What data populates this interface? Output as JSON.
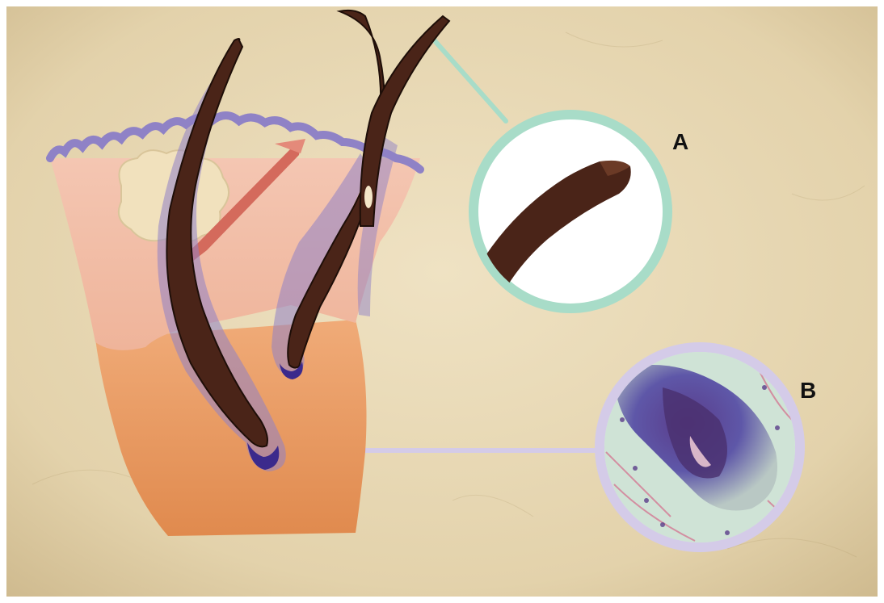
{
  "callouts": [
    {
      "id": "A",
      "label": "A"
    },
    {
      "id": "B",
      "label": "B"
    }
  ],
  "colors": {
    "parchment": "#e6d6b2",
    "epidermis_outline": "#8f82c6",
    "dermis_upper": "#f2b9a2",
    "dermis_lower": "#e59a62",
    "hair_shaft": "#4a2418",
    "sebaceous_gland": "#f1e1bd",
    "arrector_muscle": "#d46a5c",
    "callout_a_ring": "#a8dcc8",
    "callout_b_ring": "#d4cbe8",
    "hair_bulb": "#3b2a8c"
  }
}
